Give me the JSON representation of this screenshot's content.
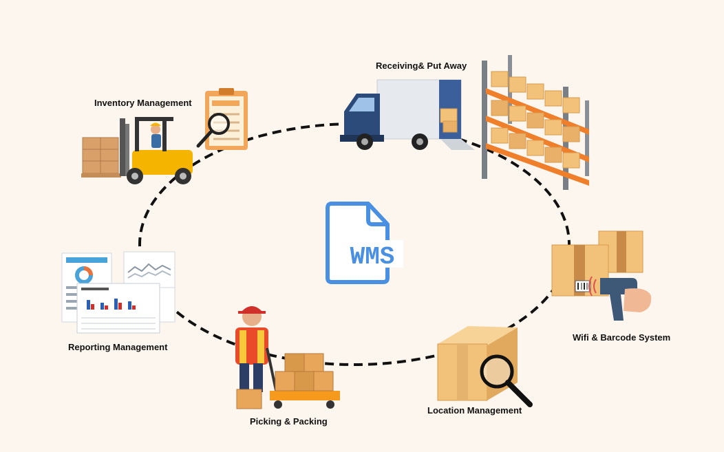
{
  "center": {
    "badge_text": "WMS",
    "badge_color": "#4a90e2",
    "badge_icon": "document-icon"
  },
  "cycle": {
    "stroke_color": "#111111",
    "style": "dashed-ellipse"
  },
  "nodes": [
    {
      "label": "Inventory Management",
      "icon": "forklift-with-checklist-icon"
    },
    {
      "label": "Receiving& Put Away",
      "icon": "truck-and-shelving-icon"
    },
    {
      "label": "Wifi & Barcode System",
      "icon": "barcode-scanner-icon"
    },
    {
      "label": "Location Management",
      "icon": "box-with-magnifier-icon"
    },
    {
      "label": "Picking & Packing",
      "icon": "worker-with-pallet-jack-icon"
    },
    {
      "label": "Reporting Management",
      "icon": "report-dashboard-icon"
    }
  ],
  "colors": {
    "background": "#fdf6ee",
    "box": "#f2c27b",
    "box_dark": "#d89a4a",
    "shelf": "#f07f2c",
    "truck_cab": "#2c4a7a",
    "forklift": "#f5b400"
  }
}
